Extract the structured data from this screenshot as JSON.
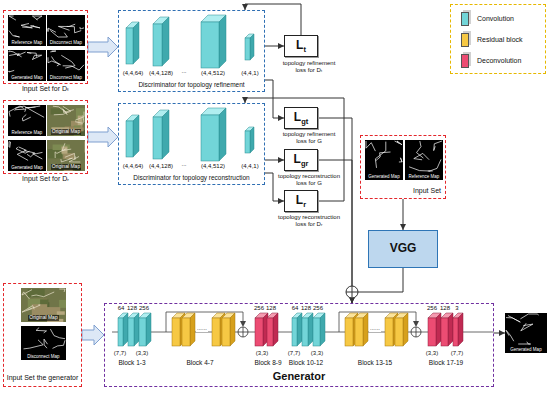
{
  "diagram": {
    "nodes": [
      {
        "text": [
          "Input Set for Dₜ"
        ]
      },
      {
        "text": [
          "Reference Map"
        ],
        "in": 0
      },
      {
        "text": [
          "Disconnect Map"
        ],
        "in": 0
      },
      {
        "text": [
          "Generated Map"
        ],
        "in": 0
      },
      {
        "text": [
          "Disconnect Map"
        ],
        "in": 0
      },
      {
        "text": [
          "Discriminator for topology refinement"
        ]
      },
      {
        "text": [
          "L",
          "t"
        ]
      },
      {
        "text": [
          "L",
          "gt"
        ]
      },
      {
        "text": [
          "Input Set for Dᵣ"
        ]
      },
      {
        "text": [
          "Reference Map"
        ],
        "in": 8
      },
      {
        "text": [
          "Original Map"
        ],
        "in": 8
      },
      {
        "text": [
          "Generated Map"
        ],
        "in": 8
      },
      {
        "text": [
          "Original Map"
        ],
        "in": 8
      },
      {
        "text": [
          "Discriminator for topology reconstruction"
        ]
      },
      {
        "text": [
          "L",
          "gr"
        ]
      },
      {
        "text": [
          "L",
          "r"
        ]
      },
      {
        "text": [
          "Input Set"
        ]
      },
      {
        "text": [
          "Generated Map"
        ],
        "in": 16
      },
      {
        "text": [
          "Reference Map"
        ],
        "in": 16
      },
      {
        "text": [
          "VGG"
        ]
      },
      {
        "text": [
          "Input Set the generator"
        ]
      },
      {
        "text": [
          "Original Map"
        ],
        "in": 20
      },
      {
        "text": [
          "Disconnect Map"
        ],
        "in": 20
      },
      {
        "text": [
          "Generator"
        ]
      },
      {
        "text": [
          "Generated Map"
        ]
      }
    ],
    "edges": [
      {
        "from": 0,
        "to": 5,
        "arrow": "to"
      },
      {
        "from": 5,
        "to": 6,
        "arrow": "to"
      },
      {
        "from": 5,
        "to": 7,
        "arrow": "to"
      },
      {
        "from": 6,
        "to": 5,
        "arrow": "to"
      },
      {
        "from": 8,
        "to": 13,
        "arrow": "to"
      },
      {
        "from": 13,
        "to": 14,
        "arrow": "to"
      },
      {
        "from": 13,
        "to": 15,
        "arrow": "to"
      },
      {
        "from": 15,
        "to": 13,
        "arrow": "to"
      },
      {
        "from": 16,
        "to": 19,
        "arrow": "to"
      },
      {
        "from": 7,
        "to": 23,
        "arrow": "to"
      },
      {
        "from": 14,
        "to": 23,
        "arrow": "to"
      },
      {
        "from": 19,
        "to": 23,
        "arrow": "to"
      },
      {
        "from": 20,
        "to": 23,
        "arrow": "to"
      },
      {
        "from": 23,
        "to": 24,
        "arrow": "to"
      }
    ],
    "labels": [
      "(4,4,64)",
      "(4,4,128)",
      "...",
      "(4,4,512)",
      "(4,4,1)",
      "topology refinement loss for Dₜ",
      "topology refinement loss for G",
      "(4,4,64)",
      "(4,4,128)",
      "...",
      "(4,4,512)",
      "(4,4,1)",
      "topology reconstruction loss for G",
      "topology reconstruction loss for Dᵣ",
      "64",
      "128",
      "256",
      "(7,7)",
      "(3,3)",
      "Block 1-3",
      "......",
      "Block 4-7",
      "256",
      "128",
      "(3,3)",
      "Block 8-9",
      "64",
      "128",
      "256",
      "(7,7)",
      "(3,3)",
      "Block 10-12",
      "......",
      "Block 13-15",
      "256",
      "128",
      "3",
      "(3,3)",
      "(7,7)",
      "Block 17-19"
    ],
    "legend": [
      {
        "text": "Convolution",
        "color": "#72d5d8"
      },
      {
        "text": "Residual block",
        "color": "#f6c844"
      },
      {
        "text": "Deconvolution",
        "color": "#ec4c73"
      }
    ]
  }
}
